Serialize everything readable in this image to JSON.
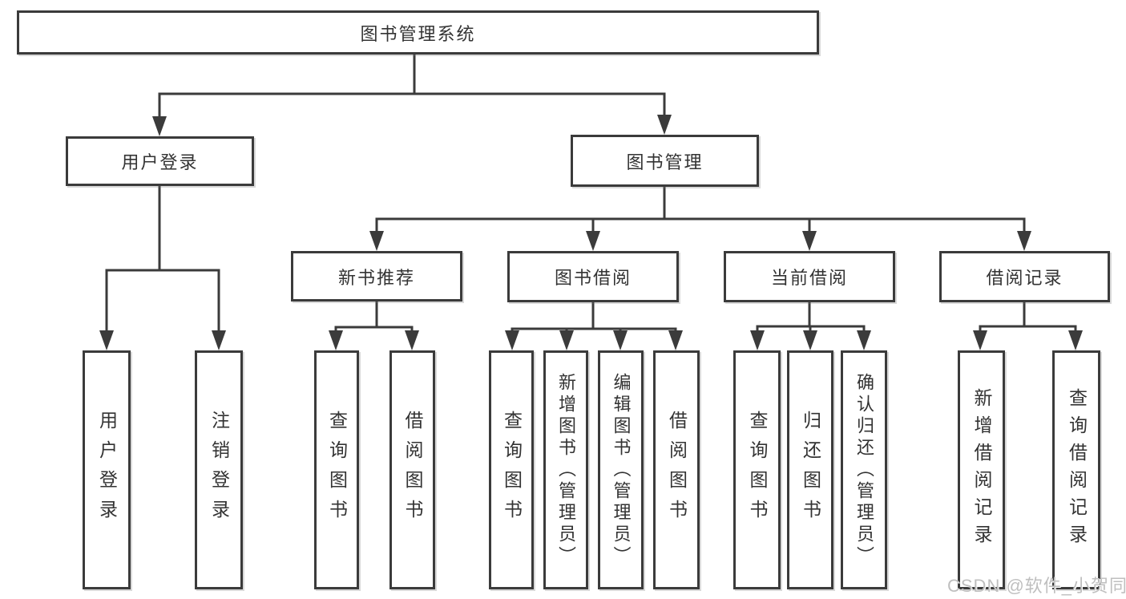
{
  "diagram": {
    "root": {
      "label": "图书管理系统"
    },
    "level2": [
      {
        "label": "用户登录"
      },
      {
        "label": "图书管理"
      }
    ],
    "level3": [
      {
        "label": "新书推荐"
      },
      {
        "label": "图书借阅"
      },
      {
        "label": "当前借阅"
      },
      {
        "label": "借阅记录"
      }
    ],
    "leaves": {
      "user_login": [
        {
          "label": "用户登录"
        },
        {
          "label": "注销登录"
        }
      ],
      "new_book_recommend": [
        {
          "label": "查询图书"
        },
        {
          "label": "借阅图书"
        }
      ],
      "book_borrow": [
        {
          "label": "查询图书"
        },
        {
          "label": "新增图书（管理员）"
        },
        {
          "label": "编辑图书（管理员）"
        },
        {
          "label": "借阅图书"
        }
      ],
      "current_borrow": [
        {
          "label": "查询图书"
        },
        {
          "label": "归还图书"
        },
        {
          "label": "确认归还（管理员）"
        }
      ],
      "borrow_records": [
        {
          "label": "新增借阅记录"
        },
        {
          "label": "查询借阅记录"
        }
      ]
    }
  },
  "watermark": {
    "text": "CSDN @软件_小贺同学"
  },
  "colors": {
    "line": "#3b3b3b",
    "text": "#333333",
    "background": "#ffffff",
    "watermark": "#bfbfbf"
  }
}
